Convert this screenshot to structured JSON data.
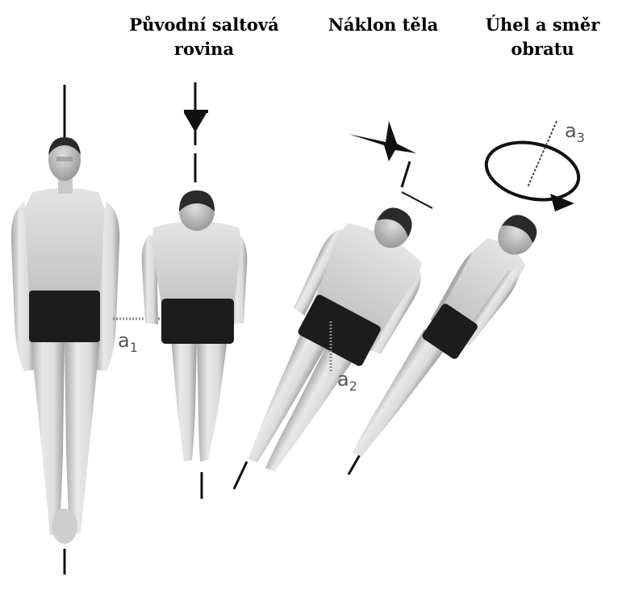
{
  "headings": {
    "original_plane": {
      "line1": "Původní saltová",
      "line2": "rovina"
    },
    "body_tilt": {
      "line1": "Náklon těla"
    },
    "turn_angle": {
      "line1": "Úhel a směr",
      "line2": "obratu"
    }
  },
  "angle_labels": [
    {
      "letter": "a",
      "sub": "1"
    },
    {
      "letter": "a",
      "sub": "2"
    },
    {
      "letter": "a",
      "sub": "3"
    }
  ],
  "colors": {
    "skin_light": "#e6e6e6",
    "skin_mid": "#c8c8c8",
    "skin_shadow": "#9a9a9a",
    "hair": "#2a2a2a",
    "shorts": "#1c1c1c",
    "axis": "#111111",
    "label": "#555555"
  }
}
